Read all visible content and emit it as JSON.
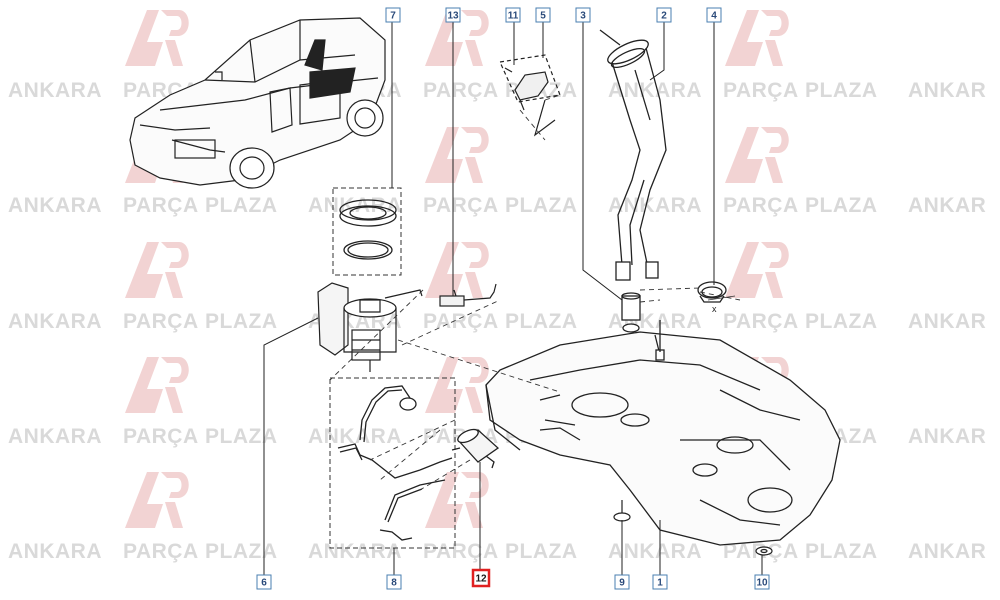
{
  "watermark": {
    "word1": "ANKARA",
    "word2": "PARÇA",
    "word3": "PLAZA",
    "partial": "ANKAR",
    "color": "#d9d9d9",
    "logo_color": "#f2d3d3"
  },
  "callouts": [
    {
      "id": "c7",
      "label": "7"
    },
    {
      "id": "c13",
      "label": "13"
    },
    {
      "id": "c11",
      "label": "11"
    },
    {
      "id": "c5",
      "label": "5"
    },
    {
      "id": "c3",
      "label": "3"
    },
    {
      "id": "c2",
      "label": "2"
    },
    {
      "id": "c4",
      "label": "4"
    },
    {
      "id": "c6",
      "label": "6"
    },
    {
      "id": "c8",
      "label": "8"
    },
    {
      "id": "c12",
      "label": "12",
      "highlight": true
    },
    {
      "id": "c9",
      "label": "9"
    },
    {
      "id": "c1",
      "label": "1"
    },
    {
      "id": "c10",
      "label": "10"
    }
  ],
  "dimension_mark": "x",
  "colors": {
    "line": "#222222",
    "callout_border": "#4a7fb0",
    "callout_text": "#2a4a7a",
    "highlight": "#e02020"
  }
}
